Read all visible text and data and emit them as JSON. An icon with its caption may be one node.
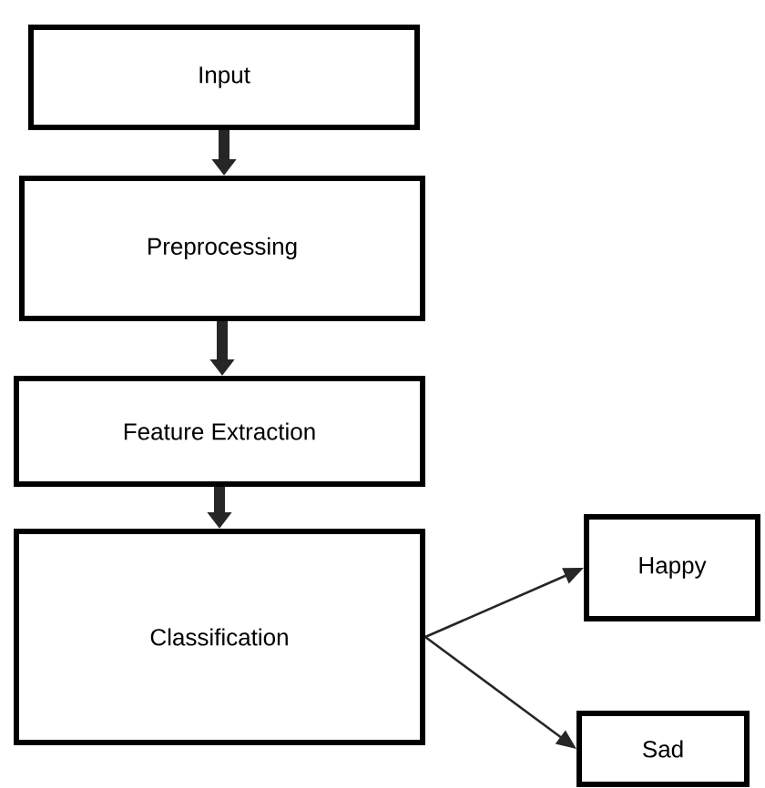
{
  "diagram": {
    "nodes": [
      {
        "text": [
          "Input"
        ]
      },
      {
        "text": [
          "Preprocessing"
        ]
      },
      {
        "text": [
          "Feature Extraction"
        ]
      },
      {
        "text": [
          "Classification"
        ]
      },
      {
        "text": [
          "Happy"
        ]
      },
      {
        "text": [
          "Sad"
        ]
      }
    ],
    "edges": [
      {
        "from": 0,
        "to": 1,
        "arrow": "to"
      },
      {
        "from": 1,
        "to": 2,
        "arrow": "to"
      },
      {
        "from": 2,
        "to": 3,
        "arrow": "to"
      },
      {
        "from": 3,
        "to": 4,
        "arrow": "to"
      },
      {
        "from": 3,
        "to": 5,
        "arrow": "to"
      }
    ]
  }
}
